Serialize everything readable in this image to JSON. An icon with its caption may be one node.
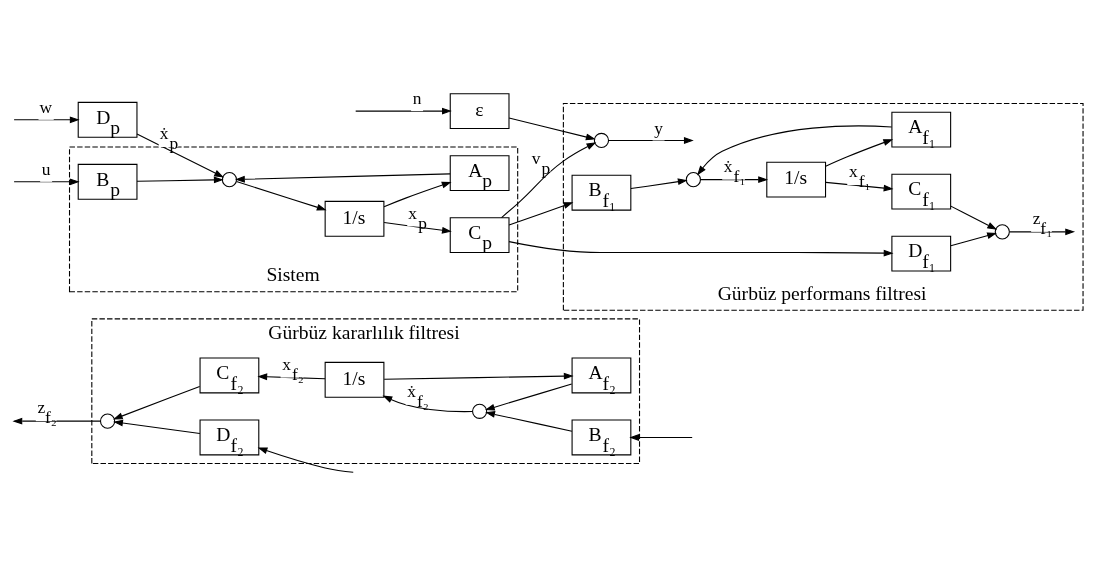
{
  "diagram": {
    "nodes": [
      {
        "text": [
          "Gürbüz kararlılık filtresi"
        ]
      },
      {
        "text": [
          "D$_{f₂}$"
        ],
        "in": 0
      },
      {
        "text": [],
        "shape": "circle",
        "in": 0
      },
      {
        "text": [
          "C$_{f₂}$"
        ],
        "in": 0
      },
      {
        "text": [
          "1/s"
        ],
        "in": 0
      },
      {
        "text": [],
        "shape": "circle",
        "in": 0
      },
      {
        "text": [
          "B$_{f₂}$"
        ],
        "in": 0
      },
      {
        "text": [
          "A$_{f₂}$"
        ],
        "in": 0
      },
      {
        "text": [
          "Sistem"
        ]
      },
      {
        "text": [
          "B$_{p}$"
        ],
        "in": 8
      },
      {
        "text": [],
        "shape": "circle",
        "in": 8
      },
      {
        "text": [
          "1/s"
        ],
        "in": 8
      },
      {
        "text": [
          "C$_{p}$"
        ],
        "in": 8
      },
      {
        "text": [
          "A$_{p}$"
        ],
        "in": 8
      },
      {
        "text": [
          "D$_{p}$"
        ]
      },
      {
        "text": [
          "ε"
        ]
      },
      {
        "text": [
          "Gürbüz performans filtresi"
        ]
      },
      {
        "text": [],
        "shape": "circle",
        "in": 16
      },
      {
        "text": [
          "B$_{f₁}$"
        ],
        "in": 16
      },
      {
        "text": [],
        "shape": "circle",
        "in": 16
      },
      {
        "text": [
          "1/s"
        ],
        "in": 16
      },
      {
        "text": [
          "C$_{f₁}$"
        ],
        "in": 16
      },
      {
        "text": [
          "A$_{f₁}$"
        ],
        "in": 16
      },
      {
        "text": [],
        "shape": "circle",
        "in": 16
      },
      {
        "text": [
          "D$_{f₁}$"
        ],
        "in": 16
      }
    ],
    "edges": [
      {
        "from": 1,
        "to": 2,
        "arrow": "to"
      },
      {
        "from": 3,
        "to": 2,
        "arrow": "to"
      },
      {
        "from": 4,
        "to": 3,
        "arrow": "to",
        "label": "x$_{f₂}$"
      },
      {
        "from": 5,
        "to": 4,
        "arrow": "to",
        "label": "ẋ$_{f₂}$"
      },
      {
        "from": 6,
        "to": 5,
        "arrow": "to"
      },
      {
        "from": 4,
        "to": 7,
        "arrow": "to"
      },
      {
        "from": 7,
        "to": 5,
        "arrow": "to"
      },
      {
        "from": 2,
        "to": null,
        "arrow": "to",
        "label": "z$_{f₂}$"
      },
      {
        "from": null,
        "to": 9,
        "arrow": "to",
        "label": "u"
      },
      {
        "from": null,
        "to": 6,
        "arrow": "to"
      },
      {
        "from": null,
        "to": 1,
        "arrow": "to"
      },
      {
        "from": null,
        "to": 14,
        "arrow": "to",
        "label": "w"
      },
      {
        "from": 14,
        "to": 10,
        "arrow": "to",
        "label": "ẋ$_{p}$"
      },
      {
        "from": 9,
        "to": 10,
        "arrow": "to"
      },
      {
        "from": 10,
        "to": 11,
        "arrow": "to"
      },
      {
        "from": 11,
        "to": 12,
        "arrow": "to",
        "label": "x$_{p}$"
      },
      {
        "from": 11,
        "to": 13,
        "arrow": "to"
      },
      {
        "from": 13,
        "to": 10,
        "arrow": "to"
      },
      {
        "from": null,
        "to": 15,
        "arrow": "to",
        "label": "n"
      },
      {
        "from": 15,
        "to": 17,
        "arrow": "to"
      },
      {
        "from": 12,
        "to": 17,
        "arrow": "to",
        "label": "v$_{p}$"
      },
      {
        "from": 17,
        "to": null,
        "arrow": "to",
        "label": "y"
      },
      {
        "from": 12,
        "to": 18,
        "arrow": "to"
      },
      {
        "from": 12,
        "to": 24,
        "arrow": "to"
      },
      {
        "from": 18,
        "to": 19,
        "arrow": "to"
      },
      {
        "from": 19,
        "to": 20,
        "arrow": "to",
        "label": "ẋ$_{f₁}$"
      },
      {
        "from": 20,
        "to": 21,
        "arrow": "to",
        "label": "x$_{f₁}$"
      },
      {
        "from": 20,
        "to": 22,
        "arrow": "to"
      },
      {
        "from": 22,
        "to": 19,
        "arrow": "to"
      },
      {
        "from": 21,
        "to": 23,
        "arrow": "to"
      },
      {
        "from": 24,
        "to": 23,
        "arrow": "to"
      },
      {
        "from": 23,
        "to": null,
        "arrow": "to",
        "label": "z$_{f₁}$"
      }
    ]
  }
}
